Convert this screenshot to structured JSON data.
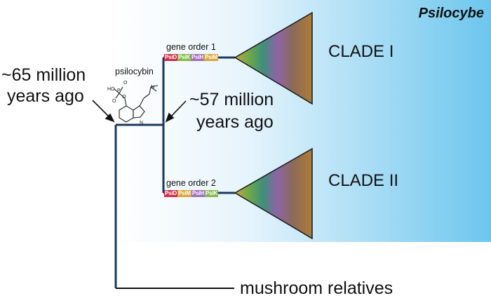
{
  "genus_label": "Psilocybe",
  "molecule_label": "psilocybin",
  "divergence_1": {
    "line1": "~65 million",
    "line2": "years ago"
  },
  "divergence_2": {
    "line1": "~57 million",
    "line2": "years ago"
  },
  "gene_order_1": {
    "label": "gene order 1",
    "genes": [
      {
        "name": "PsiD",
        "color": "#c8324a"
      },
      {
        "name": "PsiK",
        "color": "#86b84c"
      },
      {
        "name": "PsiH",
        "color": "#a070b8"
      },
      {
        "name": "PsiM",
        "color": "#d9a640"
      }
    ]
  },
  "gene_order_2": {
    "label": "gene order 2",
    "genes": [
      {
        "name": "PsiD",
        "color": "#c8324a"
      },
      {
        "name": "PsiM",
        "color": "#d9a640"
      },
      {
        "name": "PsiH",
        "color": "#a070b8"
      },
      {
        "name": "PsiK",
        "color": "#86b84c"
      }
    ]
  },
  "clade_1": "CLADE I",
  "clade_2": "CLADE II",
  "outgroup_label": "mushroom relatives",
  "colors": {
    "panel_start": "#ffffff",
    "panel_end": "#6cc6ee",
    "tree_line": "#1a3a5c"
  }
}
